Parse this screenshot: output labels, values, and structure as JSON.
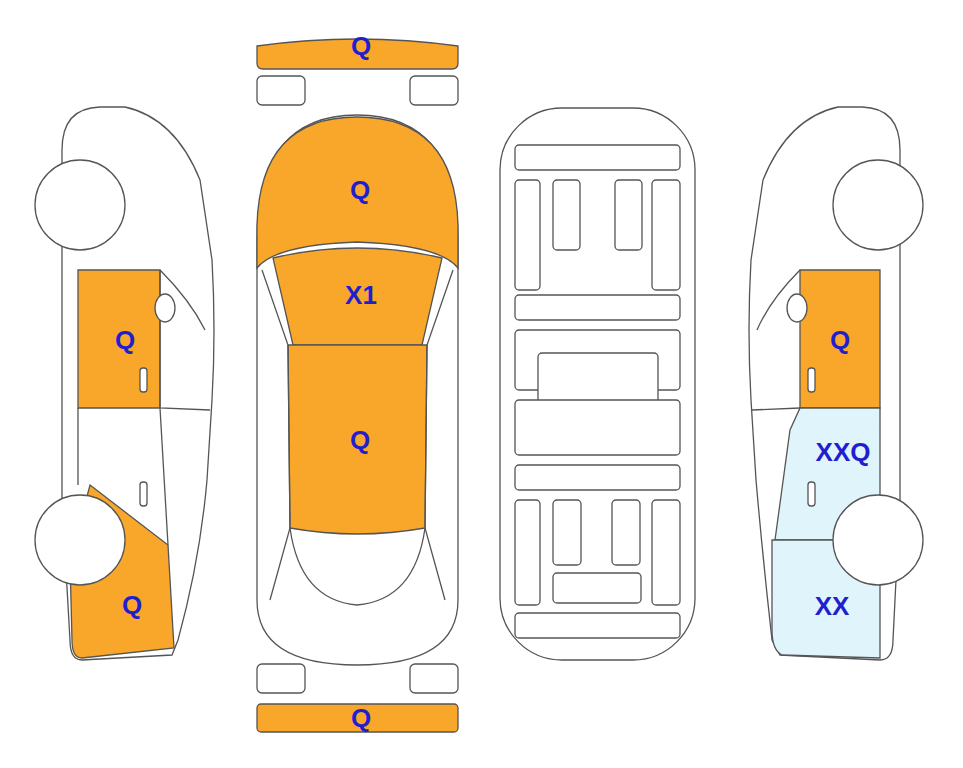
{
  "diagram": {
    "labels": [
      "Q",
      "Q",
      "X1",
      "Q",
      "Q",
      "Q",
      "XXQ",
      "Q",
      "XX",
      "Q"
    ]
  }
}
